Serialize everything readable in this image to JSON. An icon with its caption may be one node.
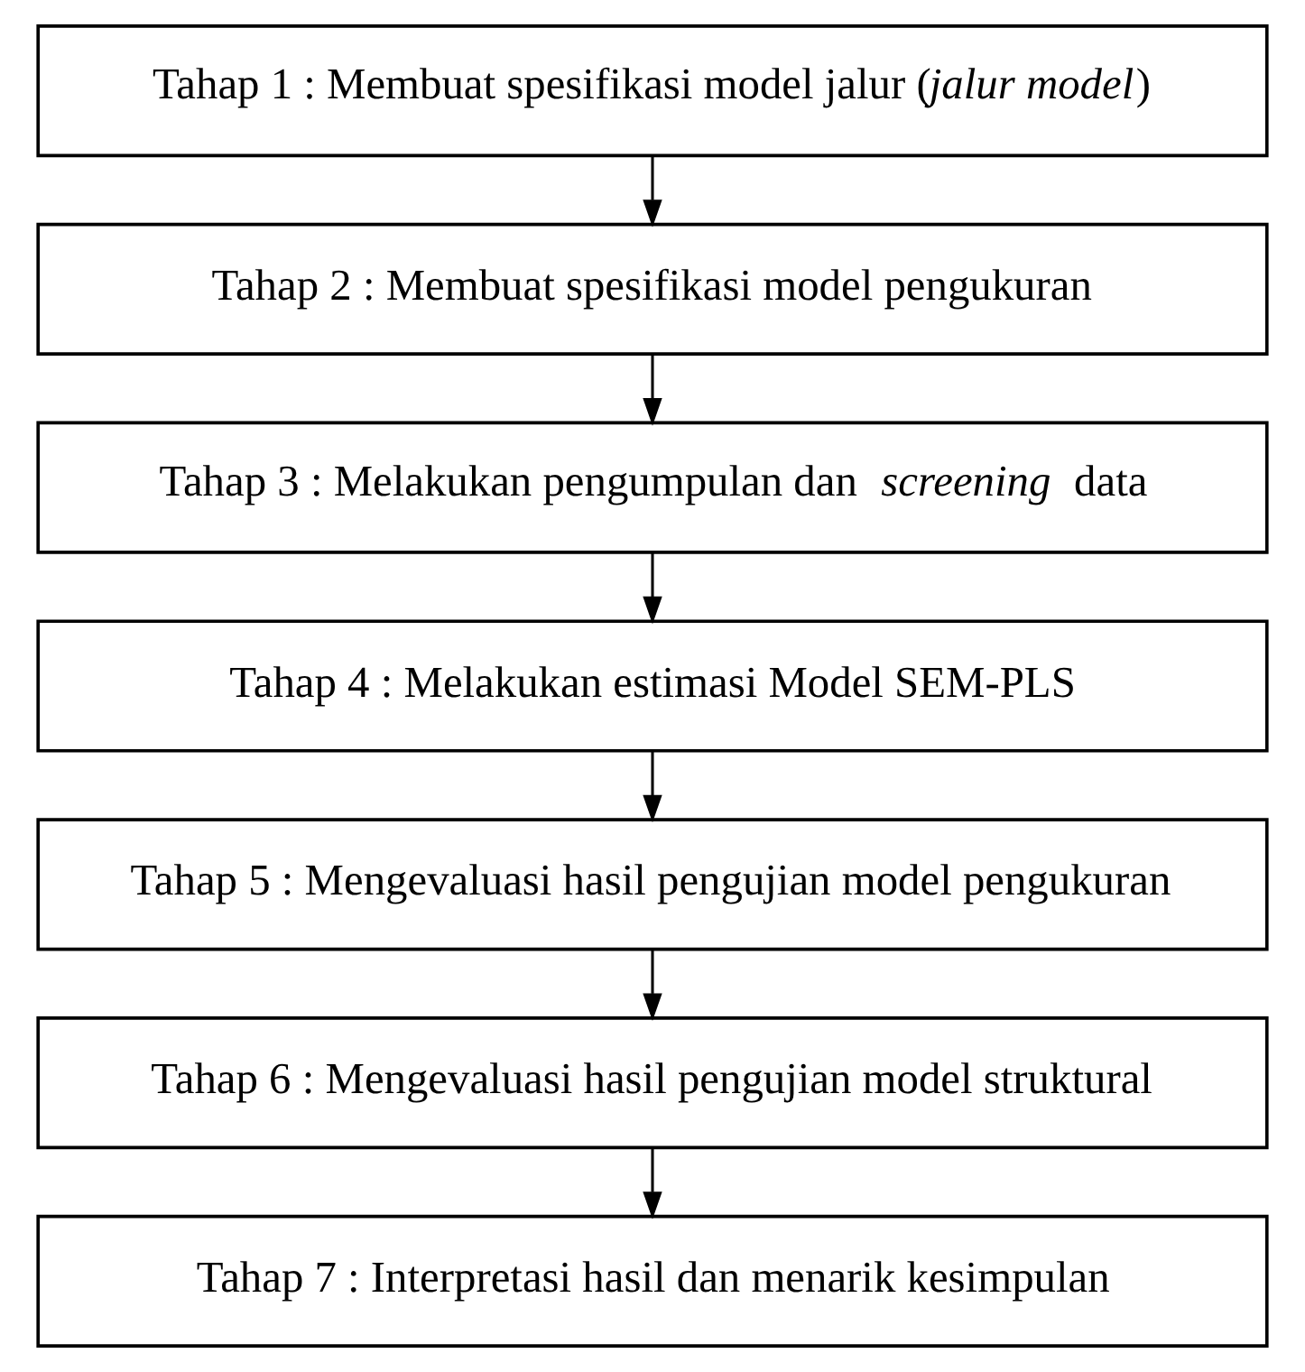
{
  "diagram": {
    "nodes": [
      {
        "text": [
          "Tahap 1 : Membuat spesifikasi model jalur (*jalur model*)"
        ]
      },
      {
        "text": [
          "Tahap 2 : Membuat spesifikasi model pengukuran"
        ]
      },
      {
        "text": [
          "Tahap 3 : Melakukan pengumpulan dan *screening* data"
        ]
      },
      {
        "text": [
          "Tahap 4 : Melakukan estimasi Model SEM-PLS"
        ]
      },
      {
        "text": [
          "Tahap 5 : Mengevaluasi hasil pengujian model pengukuran"
        ]
      },
      {
        "text": [
          "Tahap 6 : Mengevaluasi hasil pengujian model struktural"
        ]
      },
      {
        "text": [
          "Tahap 7 : Interpretasi hasil dan menarik kesimpulan"
        ]
      }
    ],
    "edges": [
      {
        "from": 0,
        "to": 1,
        "arrow": "to"
      },
      {
        "from": 1,
        "to": 2,
        "arrow": "to"
      },
      {
        "from": 2,
        "to": 3,
        "arrow": "to"
      },
      {
        "from": 3,
        "to": 4,
        "arrow": "to"
      },
      {
        "from": 4,
        "to": 5,
        "arrow": "to"
      },
      {
        "from": 5,
        "to": 6,
        "arrow": "to"
      }
    ]
  }
}
